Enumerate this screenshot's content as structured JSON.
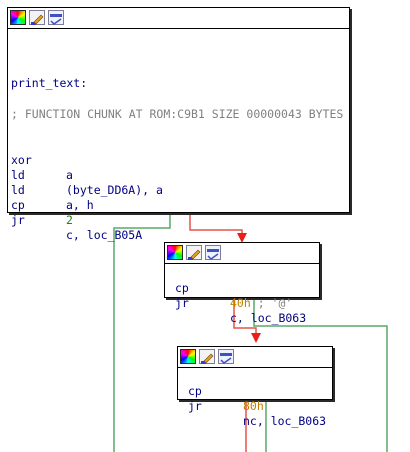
{
  "header_icons": [
    "color-palette-icon",
    "edit-pencil-icon",
    "graph-toggle-icon"
  ],
  "colors": {
    "edge_taken": "#e8504a",
    "edge_not_taken": "#5aa86a",
    "arrow_head": "#e8201c",
    "instruction_text": "#000080",
    "number_text": "#c08000",
    "comment_text": "#808080"
  },
  "block1": {
    "label": "print_text:",
    "chunk_comment": "; FUNCTION CHUNK AT ROM:C9B1 SIZE 00000043 BYTES",
    "instructions": [
      {
        "mnemonic": "xor",
        "operand": "a"
      },
      {
        "mnemonic": "ld",
        "operand": "(byte_DD6A), a"
      },
      {
        "mnemonic": "ld",
        "operand": "a, h"
      },
      {
        "mnemonic": "cp",
        "operand": "2"
      },
      {
        "mnemonic": "jr",
        "operand": "c, loc_B05A"
      }
    ]
  },
  "block2": {
    "line1": {
      "mnemonic": "cp",
      "value": "40h",
      "comment": " ; '@'"
    },
    "line2": {
      "mnemonic": "jr",
      "operand": "c, loc_B063"
    }
  },
  "block3": {
    "line1": {
      "mnemonic": "cp",
      "value": "80h"
    },
    "line2": {
      "mnemonic": "jr",
      "operand": "nc, loc_B063"
    }
  }
}
